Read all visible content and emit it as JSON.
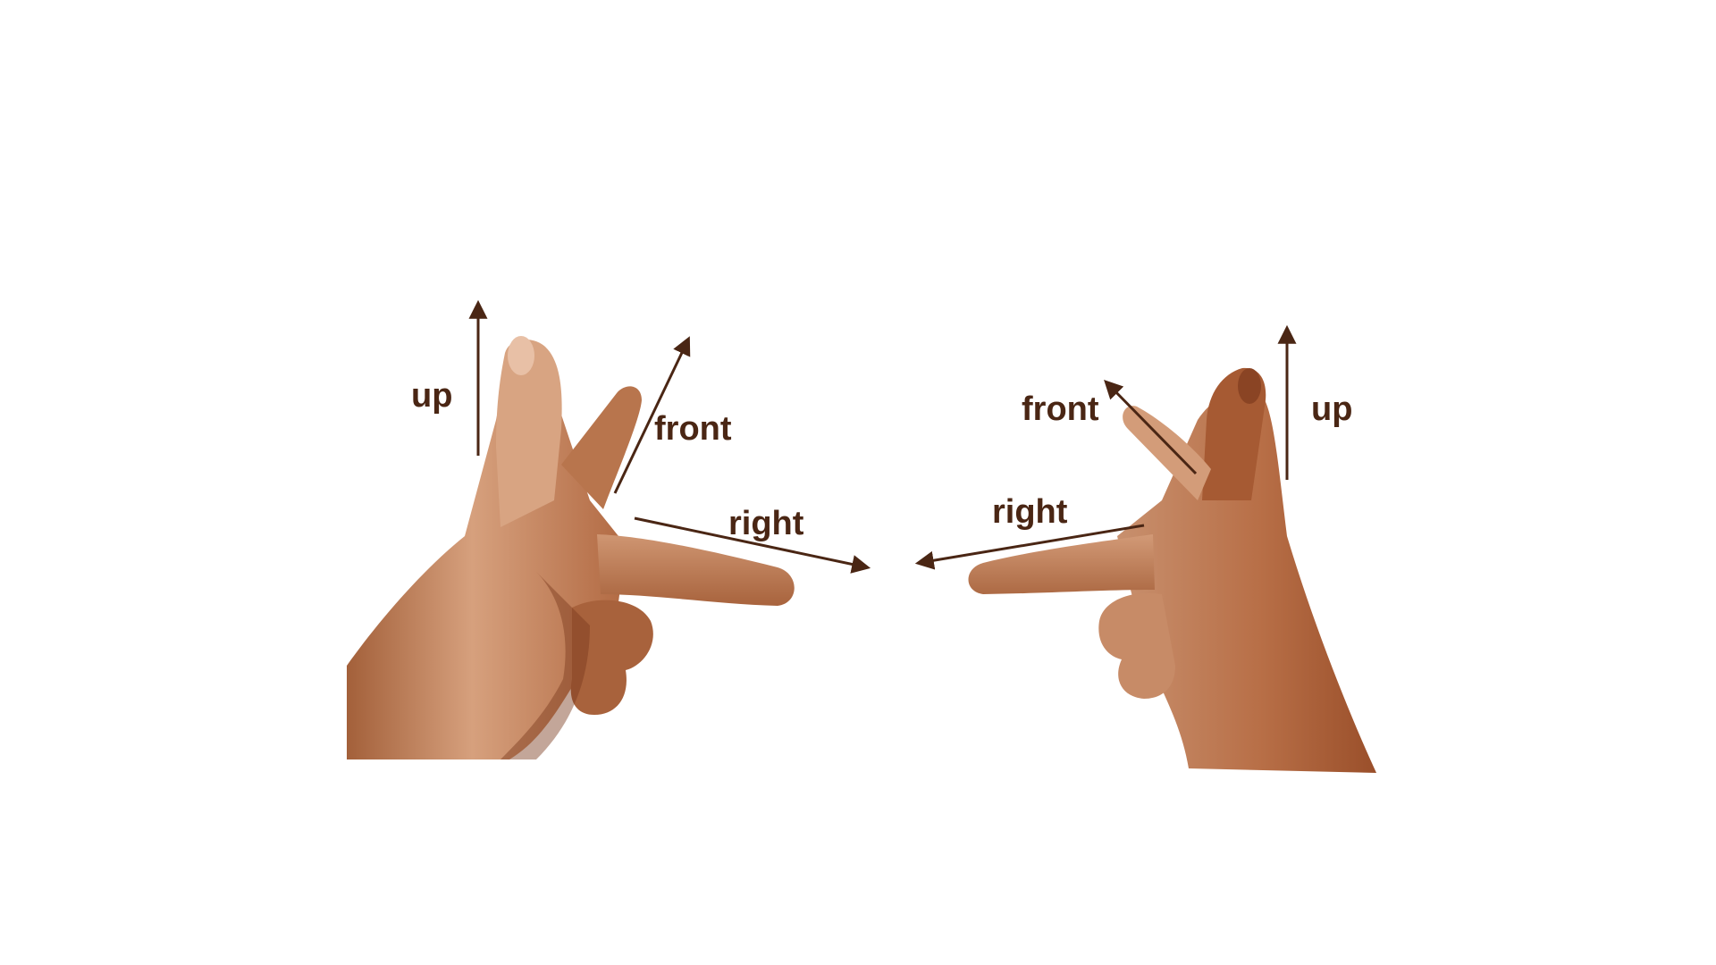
{
  "colors": {
    "background": "#ffffff",
    "arrow": "#4a2614",
    "label": "#4a2614",
    "skin_light": "#d9a27f",
    "skin_mid": "#c07a52",
    "skin_dark": "#9c5631",
    "skin_shadow": "#6e3418"
  },
  "left_hand": {
    "up_label": "up",
    "front_label": "front",
    "right_label": "right"
  },
  "right_hand": {
    "up_label": "up",
    "front_label": "front",
    "right_label": "right"
  }
}
